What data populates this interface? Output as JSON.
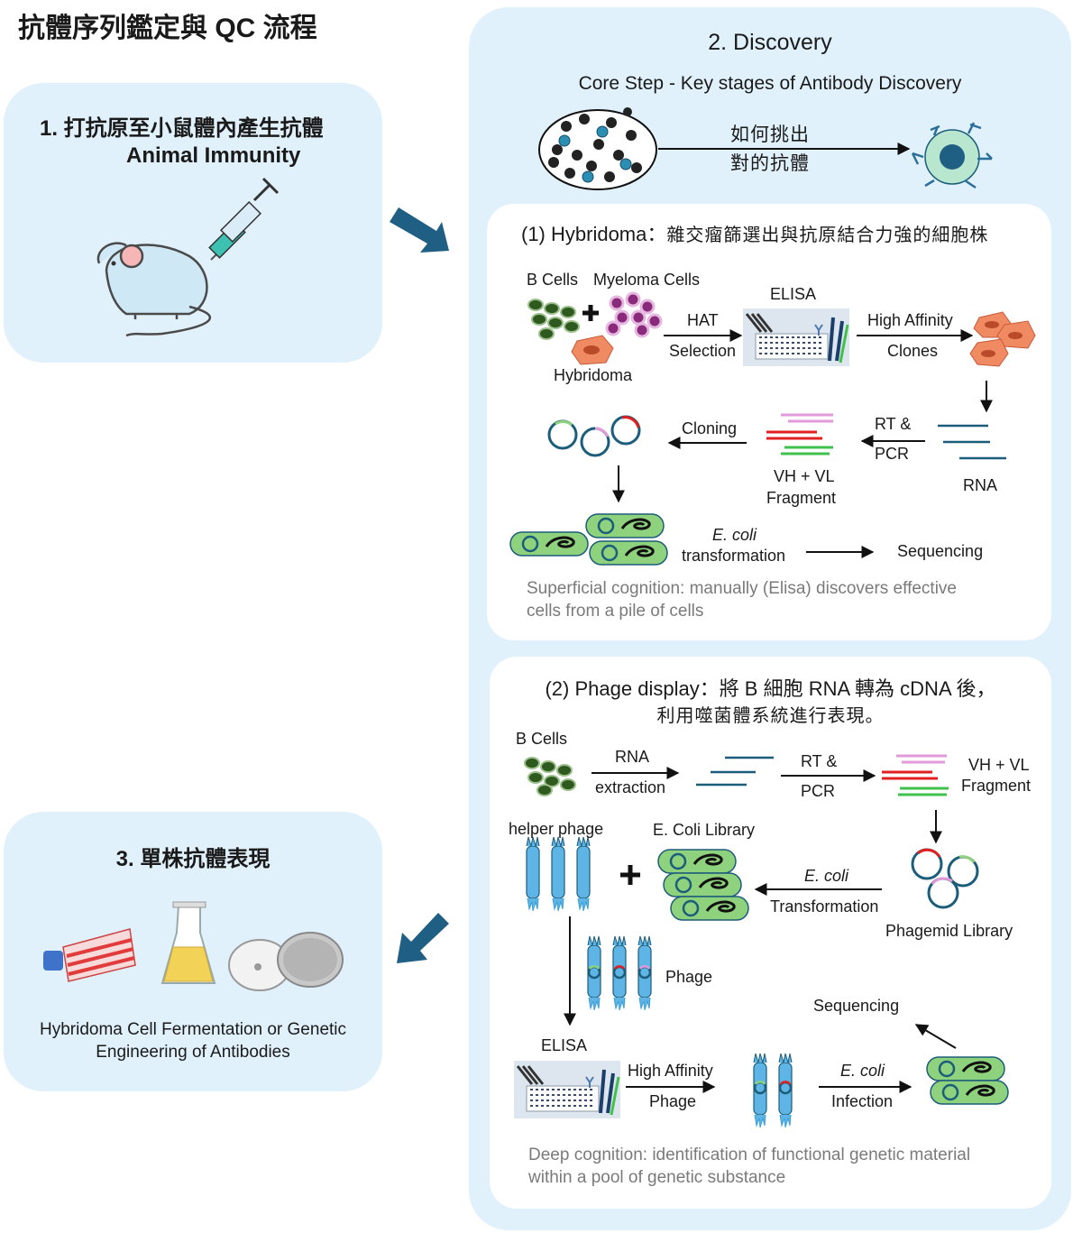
{
  "page_title": "抗體序列鑑定與 QC 流程",
  "step1": {
    "line1": "1.  打抗原至小鼠體內產生抗體",
    "line2": "Animal Immunity"
  },
  "step3": {
    "title": "3. 單株抗體表現",
    "caption_line1": "Hybridoma Cell Fermentation or Genetic",
    "caption_line2": "Engineering of Antibodies"
  },
  "step2": {
    "title": "2. Discovery",
    "subtitle": "Core Step - Key stages of Antibody Discovery",
    "question_line1": "如何挑出",
    "question_line2": "對的抗體"
  },
  "hybridoma": {
    "heading_en": "(1) Hybridoma：",
    "heading_zh": "雜交瘤篩選出與抗原結合力強的細胞株",
    "b_cells": "B Cells",
    "myeloma": "Myeloma Cells",
    "hybridoma_label": "Hybridoma",
    "hat": "HAT",
    "selection": "Selection",
    "elisa": "ELISA",
    "high_affinity": "High Affinity",
    "clones": "Clones",
    "rt": "RT &",
    "pcr": "PCR",
    "rna": "RNA",
    "cloning": "Cloning",
    "vh_vl": "VH + VL",
    "fragment": "Fragment",
    "ecoli": "E. coli",
    "transformation": "transformation",
    "sequencing": "Sequencing",
    "note_line1": "Superficial cognition: manually (Elisa) discovers effective",
    "note_line2": "cells from a pile of cells"
  },
  "phage": {
    "heading_line1": "(2) Phage display：將 B 細胞 RNA 轉為 cDNA 後，",
    "heading_line2": "利用噬菌體系統進行表現。",
    "b_cells": "B Cells",
    "rna": "RNA",
    "extraction": "extraction",
    "rt": "RT &",
    "pcr": "PCR",
    "vh_vl": "VH + VL",
    "fragment": "Fragment",
    "helper_phage": "helper phage",
    "ecoli_library": "E. Coli Library",
    "ecoli": "E. coli",
    "transformation": "Transformation",
    "phagemid_library": "Phagemid Library",
    "phage_label": "Phage",
    "sequencing": "Sequencing",
    "elisa": "ELISA",
    "high_affinity": "High Affinity",
    "phage2": "Phage",
    "ecoli2": "E. coli",
    "infection": "Infection",
    "note_line1": "Deep cognition: identification of functional genetic material",
    "note_line2": "within a pool of genetic substance"
  },
  "colors": {
    "panel": "#e1f1fb",
    "arrow_blue": "#1f5f84",
    "plasmid": "#1b5d7a",
    "bacteria": "#8ed27d",
    "red_strand": "#e02020",
    "pink_strand": "#e29ad8",
    "green_strand": "#3fc14c",
    "b_cell": "#2e5a1f",
    "myeloma": "#8a2a7a",
    "hybridoma_cell": "#f08a62"
  }
}
